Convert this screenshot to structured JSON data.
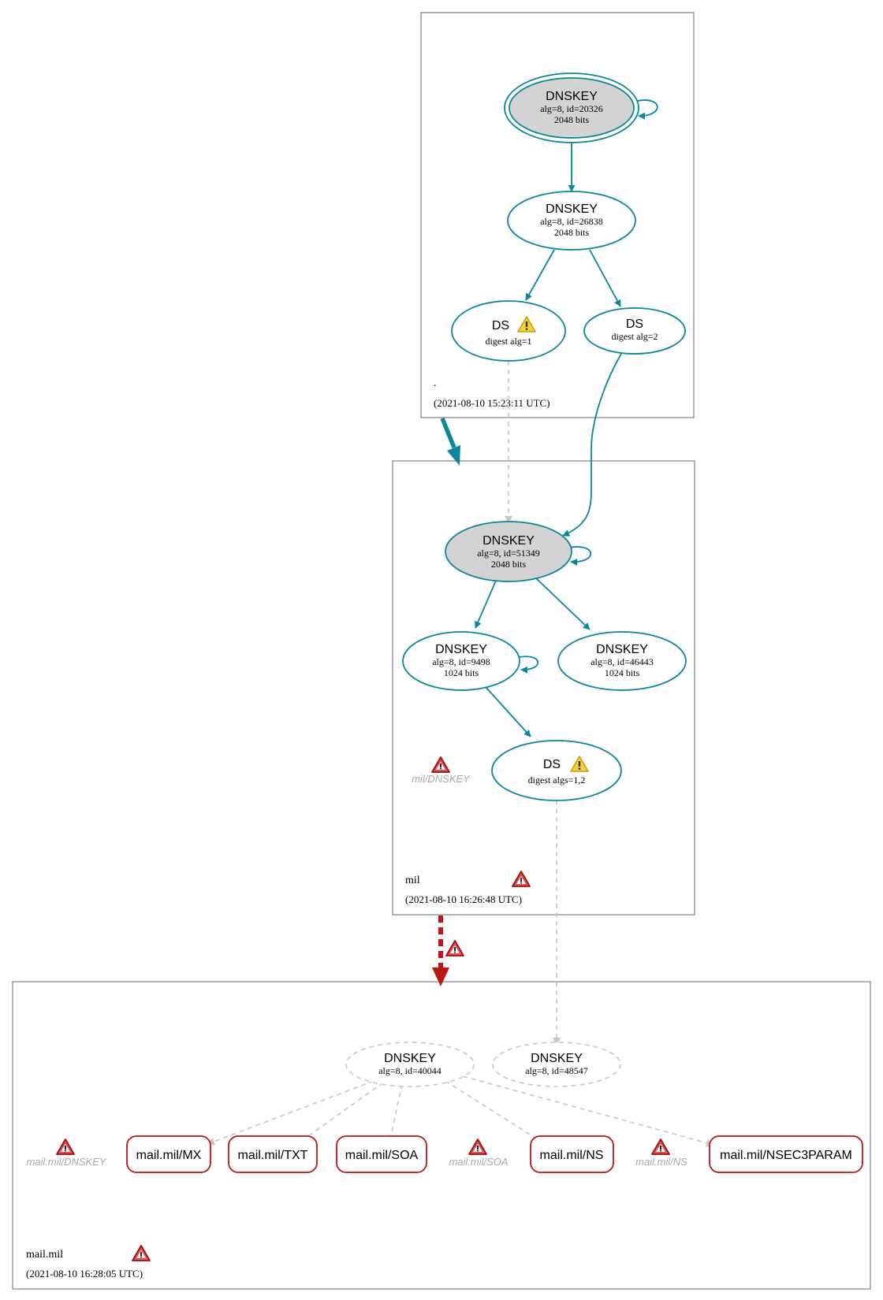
{
  "colors": {
    "teal": "#0a879a",
    "gray_fill": "#d3d3d3",
    "dashed_gray": "#c8c8c8",
    "error_red": "#be1515",
    "warn_yellow": "#f4d03f",
    "box_border": "#666666"
  },
  "zones": {
    "root": {
      "name": ".",
      "timestamp": "(2021-08-10 15:23:11 UTC)"
    },
    "mil": {
      "name": "mil",
      "timestamp": "(2021-08-10 16:26:48 UTC)"
    },
    "mailmil": {
      "name": "mail.mil",
      "timestamp": "(2021-08-10 16:28:05 UTC)"
    }
  },
  "nodes": {
    "root_ksk": {
      "title": "DNSKEY",
      "line1": "alg=8, id=20326",
      "line2": "2048 bits"
    },
    "root_zsk": {
      "title": "DNSKEY",
      "line1": "alg=8, id=26838",
      "line2": "2048 bits"
    },
    "root_ds1": {
      "title": "DS",
      "line1": "digest alg=1"
    },
    "root_ds2": {
      "title": "DS",
      "line1": "digest alg=2"
    },
    "mil_ksk": {
      "title": "DNSKEY",
      "line1": "alg=8, id=51349",
      "line2": "2048 bits"
    },
    "mil_k9498": {
      "title": "DNSKEY",
      "line1": "alg=8, id=9498",
      "line2": "1024 bits"
    },
    "mil_k46443": {
      "title": "DNSKEY",
      "line1": "alg=8, id=46443",
      "line2": "1024 bits"
    },
    "mil_ds": {
      "title": "DS",
      "line1": "digest algs=1,2"
    },
    "mail_k40044": {
      "title": "DNSKEY",
      "line1": "alg=8, id=40044"
    },
    "mail_k48547": {
      "title": "DNSKEY",
      "line1": "alg=8, id=48547"
    }
  },
  "error_labels": {
    "mil_dnskey": "mil/DNSKEY",
    "mail_dnskey": "mail.mil/DNSKEY",
    "mail_soa": "mail.mil/SOA",
    "mail_ns": "mail.mil/NS"
  },
  "rrsets": {
    "mx": "mail.mil/MX",
    "txt": "mail.mil/TXT",
    "soa": "mail.mil/SOA",
    "ns": "mail.mil/NS",
    "nsec3param": "mail.mil/NSEC3PARAM"
  }
}
